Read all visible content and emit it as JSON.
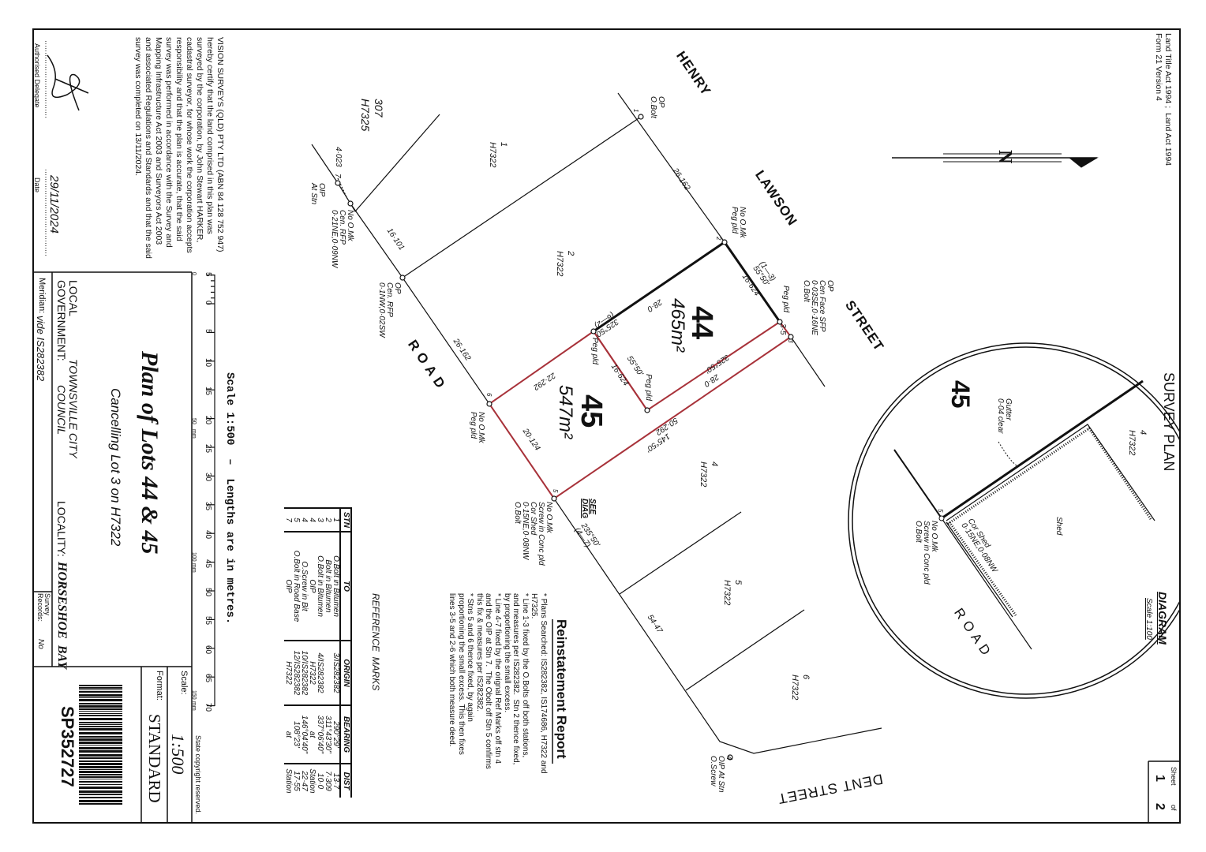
{
  "header": {
    "act_line1": "Land Title Act 1994 ;  Land Act 1994",
    "act_line2": "Form 21 Version 4",
    "title": "SURVEY PLAN",
    "sheet_label": "Sheet",
    "sheet_num": "1",
    "of_label": "of",
    "sheet_total": "2"
  },
  "north": {
    "label": "N"
  },
  "plan_labels": {
    "henry": "HENRY",
    "lawson": "LAWSON",
    "street": "STREET",
    "road": "R O A D",
    "dent_street": "DENT STREET",
    "stn1_mark": "OP\nO.Bolt",
    "stn1": "1",
    "line_1_2": "26·162",
    "stn2_mark": "No O.Mk\nPeg pld",
    "stn2": "2",
    "bearing_1_3": "(1—3)\n55°50'",
    "line_2_3": "16·624",
    "peg_pld_3": "Peg pld",
    "stn3_mark": "OP\nCen Face SFP\n0·03SE,0·16NE\nO.Bolt",
    "len_3_5": "3·5",
    "stn3": "3",
    "lot44_num": "44",
    "lot44_area": "465m²",
    "len_44_top": "28·0",
    "bearing_6_2": "325°50'\n(6—2)",
    "peg_pld_a": "Peg pld",
    "bearing_inner": "55°50'",
    "len_inner": "16·624",
    "peg_pld_b": "Peg pld",
    "bearing_44_bot": "325°50'",
    "len_44_bot": "28·0",
    "lot45_num": "45",
    "lot45_area": "547m²",
    "len_22": "22·292",
    "len_50": "50·292",
    "bearing_145": "145°50'",
    "stn6": "6",
    "stn6_mark": "No O.Mk\nPeg pld",
    "len_20": "20·124",
    "stn5": "5",
    "stn5_mark": "No O.Mk\nScrew in Conc pld\nCor Shed\n0·15NE,0·08NW\nO.Bolt",
    "see_diag": "SEE\nDIAG",
    "bearing_4_7": "235°50'\n(4—7)",
    "len_54": "54·47",
    "lot4": "4\nH7322",
    "lot5": "5\nH7322",
    "lot6": "6\nH7322",
    "lot1": "1\nH7322",
    "lot2": "2\nH7322",
    "lot307": "307\nH7325",
    "len_4023": "4·023",
    "stn7": "7",
    "stn7_mark": "OIP\nAt Stn",
    "rfp_mark": "No O.Mk\nCen. RFP\n0·21NE,0·09NW",
    "len_16101": "16·101",
    "op_mark": "OP\nCen. RFP\n0·1NW,0·02SW",
    "len_road_26": "26·162",
    "stn4_mark": "4\nOIP At Stn\nO.Screw"
  },
  "diagram": {
    "title": "DIAGRAM",
    "scale": "Scale 1:100",
    "lot4": "4\nH7322",
    "lot45": "45",
    "gutter": "Gutter\n0·04 clear",
    "shed": "Shed",
    "stn5": "5",
    "stn5_mark": "No O.Mk\nScrew in Conc pld\nO.Bolt",
    "cor_shed": "Cor Shed\n0·15NE,0·08NW",
    "road": "R O A D"
  },
  "reinstatement": {
    "title": "Reinstatement Report",
    "body": "* Plans Searched: IS282382, IS174686, H7322 and\nH7325.\n* Line 1-3 fixed by the O.Bolts off both stations,\nand measures per IS282382.  Stn 2 thence fixed,\nby proportioning the small excess.\n* Line 4-7 fixed by the orignal Ref Marks off stn 4\nand the OIP at Stn 7.  The Obolt off Stn 5 confirms\nthis fix & measures per IS282382.\n* Stns 5 and 6 thence fixed, by again\nproportioning the small excess. This then fixes\nlines 3-5 and 2-6 which both measure deed."
  },
  "reference_marks": {
    "title": "REFERENCE  MARKS",
    "columns": [
      "STN",
      "TO",
      "ORIGIN",
      "BEARING",
      "DIST"
    ],
    "rows": [
      [
        "1",
        "O.Bolt in Bitumen",
        "3/IS282382",
        "290°29'",
        "13·7"
      ],
      [
        "2",
        "Bolt in Bitumen",
        "",
        "311°43'30\"",
        "7·309"
      ],
      [
        "3",
        "O.Bolt in Bitumen",
        "4/IS282382",
        "337°06'40\"",
        "10·0"
      ],
      [
        "4",
        "OIP",
        "H7322",
        "at",
        "Station"
      ],
      [
        "4",
        "O.Screw in Bit",
        "10/IS282382",
        "146°04'40\"",
        "22·47"
      ],
      [
        "5",
        "O.Bolt in Road Base",
        "12/IS282382",
        "108°23'",
        "17·55"
      ],
      [
        "7",
        "OIP",
        "H7322",
        "at",
        "Station"
      ]
    ]
  },
  "certification": {
    "lines": [
      "VISION SURVEYS (QLD) PTY LTD (ABN 84 128 752 947)",
      "hereby certify that the land comprised in this plan was",
      "surveyed by the corporation, by John Stewart HARKER,",
      "cadastral surveyor, for whose work the corporation accepts",
      "responsibility and that the plan is accurate, that the said",
      "survey was performed in accordance with the Survey and",
      "Mapping Infrastructure Act 2003 and Surveyors Act 2003",
      "and associated Regulations and Standards and that the said",
      "survey was completed on 13/11/2024."
    ],
    "delegate_label": "Authorised Delegate",
    "date_label": "Date",
    "date_value": "29/11/2024"
  },
  "scale_bar": {
    "title": "Scale 1:500  –  Lengths are in metres.",
    "ticks": [
      "5",
      "0",
      "5",
      "10",
      "15",
      "20",
      "25",
      "30",
      "35",
      "40",
      "45",
      "50",
      "55",
      "60",
      "65",
      "70"
    ],
    "mm_marks": [
      "0",
      "50",
      "100",
      "150"
    ],
    "mm_unit": "mm"
  },
  "title_block": {
    "plan_title": "Plan of Lots 44 & 45",
    "cancelling": "Cancelling Lot 3 on H7322",
    "local_gov_label": "LOCAL\nGOVERNMENT: ",
    "local_gov_type": "COUNCIL",
    "local_gov_name": "TOWNSVILLE CITY",
    "locality_label": "LOCALITY:",
    "locality": "HORSESHOE  BAY",
    "meridian_label": "Meridian:",
    "meridian": "vide IS282382",
    "survey_records_label": "Survey\nRecords:",
    "survey_records": "No",
    "scale_label": "Scale:",
    "scale": "1:500",
    "format_label": "Format:",
    "format": "STANDARD",
    "plan_number": "SP352727",
    "copyright": "State copyright reserved."
  },
  "colors": {
    "ink": "#111111",
    "lot_boundary": "#a8323a"
  }
}
